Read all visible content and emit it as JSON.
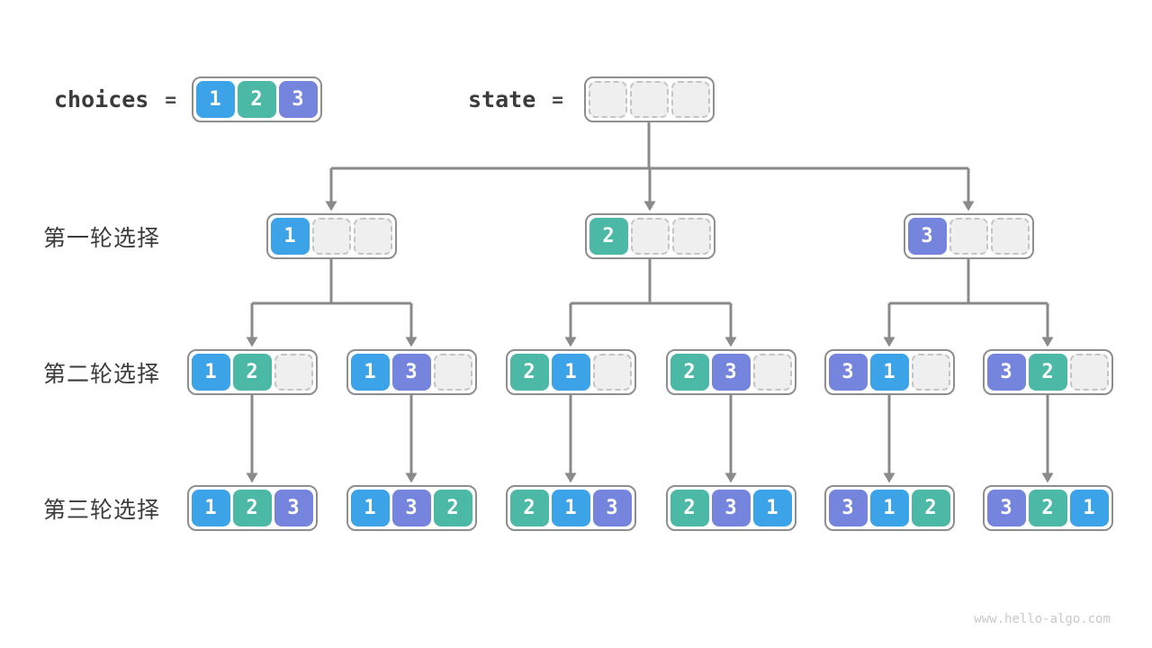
{
  "header": {
    "choices_label": "choices",
    "choices_equals": "=",
    "state_label": "state",
    "state_equals": "=",
    "choices_node": [
      "1",
      "2",
      "3"
    ],
    "state_node": [
      null,
      null,
      null
    ]
  },
  "rounds": [
    {
      "label": "第一轮选择",
      "nodes": [
        [
          "1",
          null,
          null
        ],
        [
          "2",
          null,
          null
        ],
        [
          "3",
          null,
          null
        ]
      ]
    },
    {
      "label": "第二轮选择",
      "nodes": [
        [
          "1",
          "2",
          null
        ],
        [
          "1",
          "3",
          null
        ],
        [
          "2",
          "1",
          null
        ],
        [
          "2",
          "3",
          null
        ],
        [
          "3",
          "1",
          null
        ],
        [
          "3",
          "2",
          null
        ]
      ]
    },
    {
      "label": "第三轮选择",
      "nodes": [
        [
          "1",
          "2",
          "3"
        ],
        [
          "1",
          "3",
          "2"
        ],
        [
          "2",
          "1",
          "3"
        ],
        [
          "2",
          "3",
          "1"
        ],
        [
          "3",
          "1",
          "2"
        ],
        [
          "3",
          "2",
          "1"
        ]
      ]
    }
  ],
  "cell_colors": {
    "1": "#3CA3E9",
    "2": "#4CB8A6",
    "3": "#7584DC"
  },
  "colors": {
    "empty_cell_bg": "#EFEFEF",
    "empty_cell_border": "#C4C4C4",
    "box_border": "#8E8E8E",
    "arrow": "#8A8A8A",
    "text_dark": "#3A3A3A",
    "watermark": "#C9C9C9"
  },
  "watermark": "www.hello-algo.com"
}
